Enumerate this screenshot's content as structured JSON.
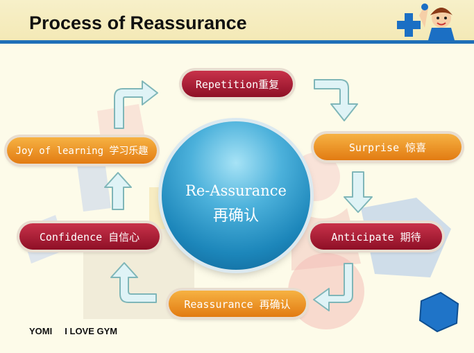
{
  "slide": {
    "title": "Process of Reassurance",
    "footer": "YOMI     I LOVE GYM"
  },
  "center": {
    "line1": "Re-Assurance",
    "line2": "再确认"
  },
  "steps": [
    {
      "label": "Repetition重复",
      "color": "red"
    },
    {
      "label": "Surprise 惊喜",
      "color": "orange"
    },
    {
      "label": "Anticipate 期待",
      "color": "red"
    },
    {
      "label": "Reassurance 再确认",
      "color": "orange"
    },
    {
      "label": "Confidence 自信心",
      "color": "red"
    },
    {
      "label": "Joy of learning 学习乐趣",
      "color": "orange"
    }
  ],
  "colors": {
    "header_bar": "#1f6fb7",
    "pill_red": "#a71d36",
    "pill_orange": "#ee9a26",
    "sphere": "#2b95c6",
    "arrow_fill": "#dff3f6",
    "arrow_stroke": "#7fb6b8"
  }
}
